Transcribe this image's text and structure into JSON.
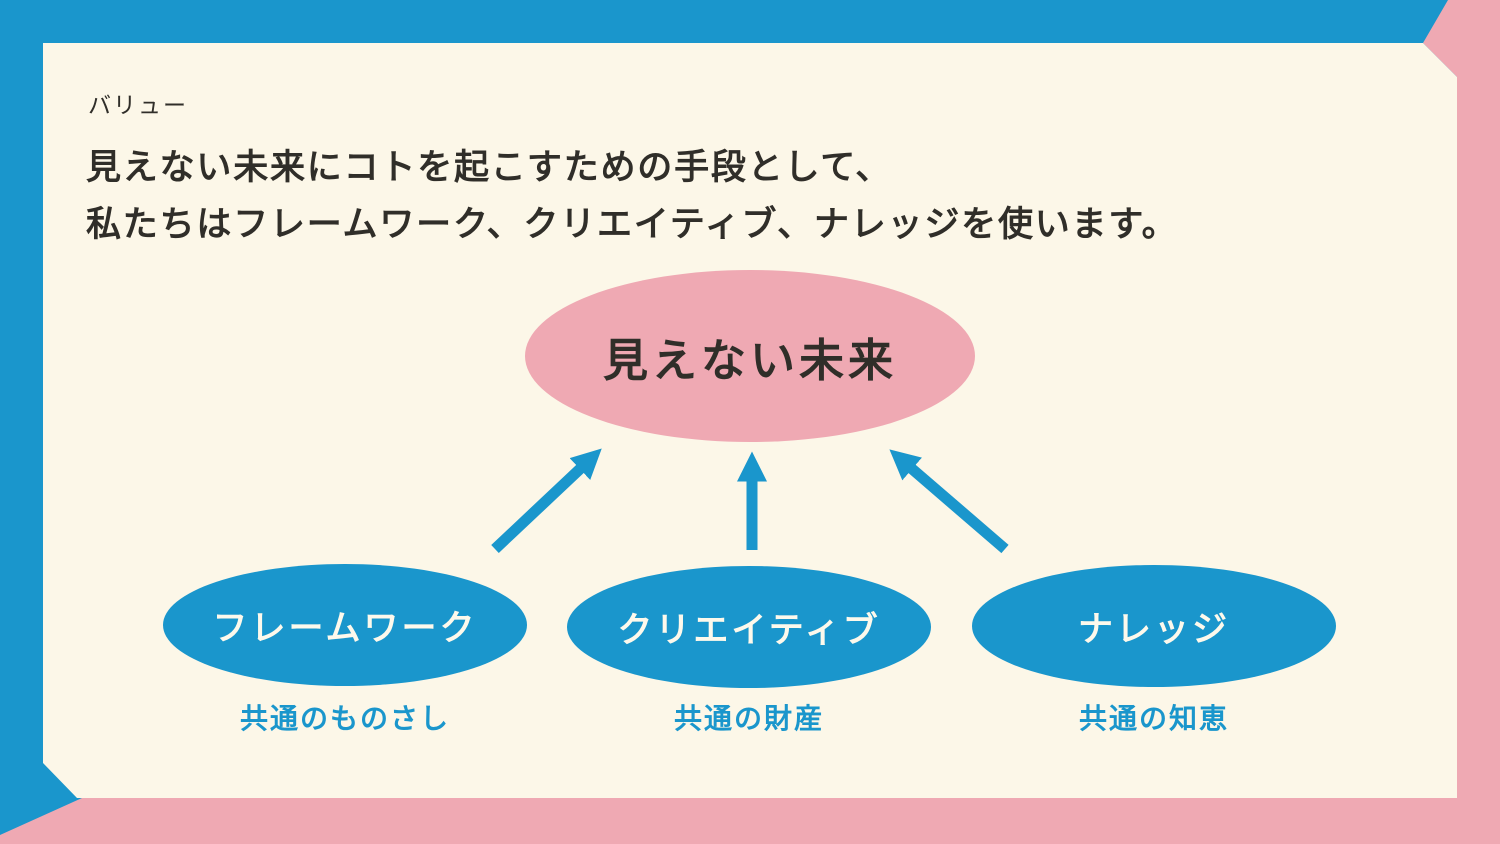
{
  "slide": {
    "kicker": "バリュー",
    "heading_line1": "見えない未来にコトを起こすための手段として、",
    "heading_line2": "私たちはフレームワーク、クリエイティブ、ナレッジを使います。"
  },
  "diagram": {
    "goal": {
      "label": "見えない未来"
    },
    "means": [
      {
        "label": "フレームワーク",
        "caption": "共通のものさし"
      },
      {
        "label": "クリエイティブ",
        "caption": "共通の財産"
      },
      {
        "label": "ナレッジ",
        "caption": "共通の知恵"
      }
    ]
  },
  "colors": {
    "blue": "#1a96cc",
    "pink": "#efa9b3",
    "cream": "#fcf7e8",
    "text_dark": "#302e29",
    "text_light": "#fdf9ec"
  }
}
